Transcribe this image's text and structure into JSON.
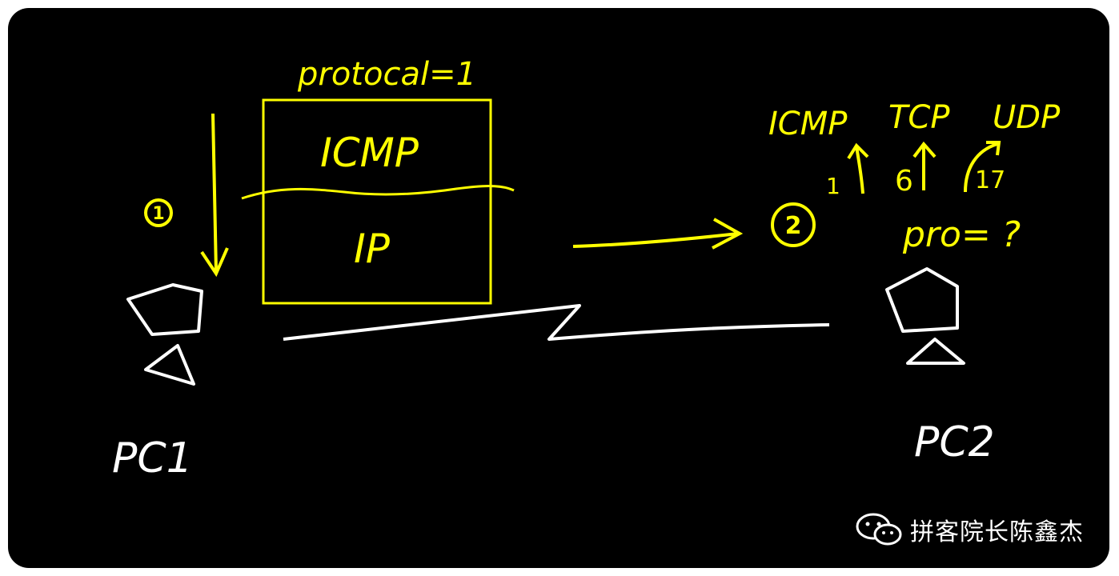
{
  "diagram": {
    "protocol_label": "protocal=1",
    "packet_upper": "ICMP",
    "packet_lower": "IP",
    "step1": "1",
    "step2": "2",
    "pc1_label": "PC1",
    "pc2_label": "PC2",
    "upper_protocols": [
      {
        "name": "ICMP",
        "number": "1"
      },
      {
        "name": "TCP",
        "number": "6"
      },
      {
        "name": "UDP",
        "number": "17"
      }
    ],
    "pro_question": "pro= ?",
    "colors": {
      "background": "#000000",
      "annotation": "#ffff00",
      "sketch": "#ffffff"
    }
  },
  "watermark": {
    "text": "拼客院长陈鑫杰",
    "icon": "wechat-icon"
  }
}
